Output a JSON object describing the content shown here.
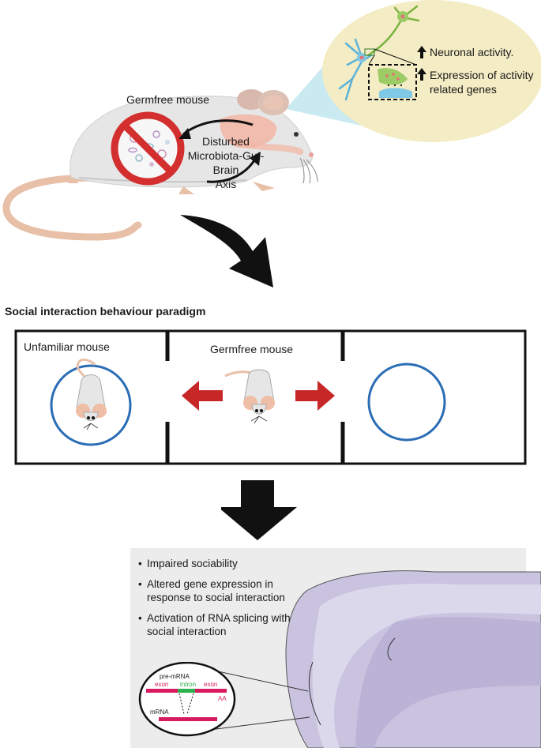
{
  "top": {
    "germfree_label": "Germfree mouse",
    "axis_label_1": "Disturbed",
    "axis_label_2": "Microbiota-Gut-Brain",
    "axis_label_3": "Axis",
    "inset_line_1": "Neuronal activity.",
    "inset_line_2": "Expression of activity",
    "inset_line_3": "related genes"
  },
  "paradigm": {
    "title": "Social interaction behaviour paradigm",
    "left_label": "Unfamiliar mouse",
    "center_label": "Germfree mouse"
  },
  "results": {
    "bullets": [
      "Impaired sociability",
      "Altered gene expression in response to social interaction",
      "Activation of RNA splicing with social interaction"
    ]
  },
  "splicing": {
    "pre_mrna": "pre-mRNA",
    "exon_left": "exon",
    "intron": "intron",
    "exon_right": "exon",
    "aa": "AA",
    "mrna": "mRNA"
  },
  "colors": {
    "exon": "#d81b60",
    "intron": "#2bb24c",
    "arrow_red": "#c62828",
    "circle_blue": "#2a6db5",
    "inset_bg": "#f4ecc4",
    "panel_bg": "#ececec",
    "brain": "#c9c3e0"
  }
}
